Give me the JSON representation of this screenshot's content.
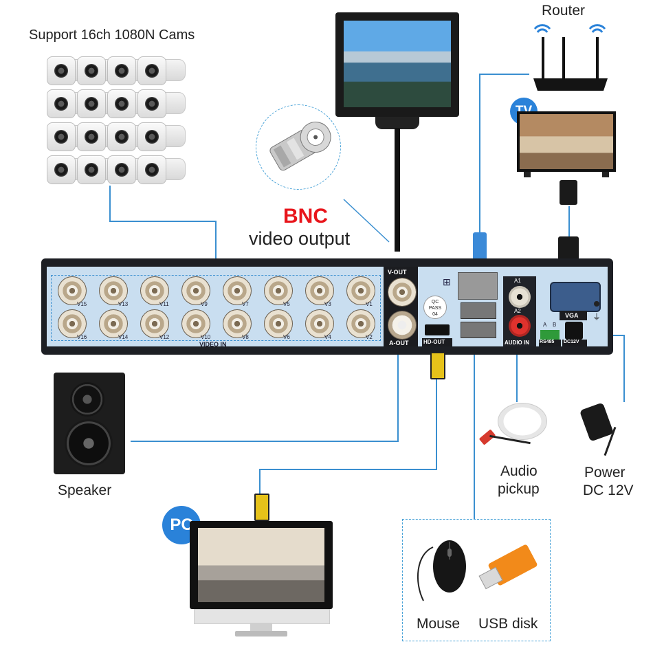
{
  "labels": {
    "cams": "Support 16ch 1080N Cams",
    "router": "Router",
    "tv_badge": "TV",
    "bnc_title": "BNC",
    "bnc_sub": "video output",
    "speaker": "Speaker",
    "pc_badge": "PC",
    "audio_pickup_1": "Audio",
    "audio_pickup_2": "pickup",
    "power_1": "Power",
    "power_2": "DC 12V",
    "mouse": "Mouse",
    "usb": "USB disk"
  },
  "dvr": {
    "video_in": "VIDEO IN",
    "v_out": "V-OUT",
    "a_out": "A-OUT",
    "hd_out": "HD-OUT",
    "audio_in": "AUDIO IN",
    "vga": "VGA",
    "rs485": "RS485",
    "dc12v": "DC12V",
    "a1": "A1",
    "a2": "A2",
    "qc_1": "QC",
    "qc_2": "PASS",
    "qc_3": "04",
    "rs_a": "A",
    "rs_b": "B",
    "top_channels": [
      "V15",
      "V13",
      "V11",
      "V9",
      "V7",
      "V5",
      "V3",
      "V1"
    ],
    "bottom_channels": [
      "V16",
      "V14",
      "V12",
      "V10",
      "V8",
      "V6",
      "V4",
      "V2"
    ]
  },
  "colors": {
    "accent_blue": "#3a8fd0",
    "badge_blue": "#2a82d9",
    "bnc_red": "#e8151b",
    "dvr_face": "#c9def0",
    "dvr_body": "#1d1f24"
  }
}
